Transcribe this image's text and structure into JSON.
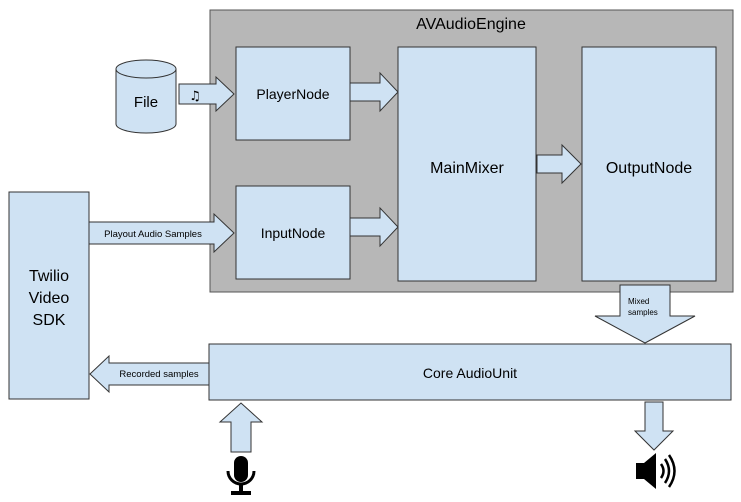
{
  "diagram": {
    "engine_title": "AVAudioEngine",
    "nodes": {
      "file": "File",
      "player_node": "PlayerNode",
      "input_node": "InputNode",
      "main_mixer": "MainMixer",
      "output_node": "OutputNode",
      "core_audio_unit": "Core AudioUnit",
      "twilio_sdk": [
        "Twilio",
        "Video",
        "SDK"
      ]
    },
    "edge_labels": {
      "playout": "Playout Audio Samples",
      "recorded": "Recorded samples",
      "mixed": [
        "Mixed",
        "samples"
      ]
    },
    "icons": {
      "music_note": "music-note-icon",
      "microphone": "microphone-icon",
      "speaker": "speaker-icon"
    },
    "colors": {
      "node_fill": "#cfe2f3",
      "engine_fill": "#b7b7b7",
      "stroke": "#333333"
    }
  }
}
